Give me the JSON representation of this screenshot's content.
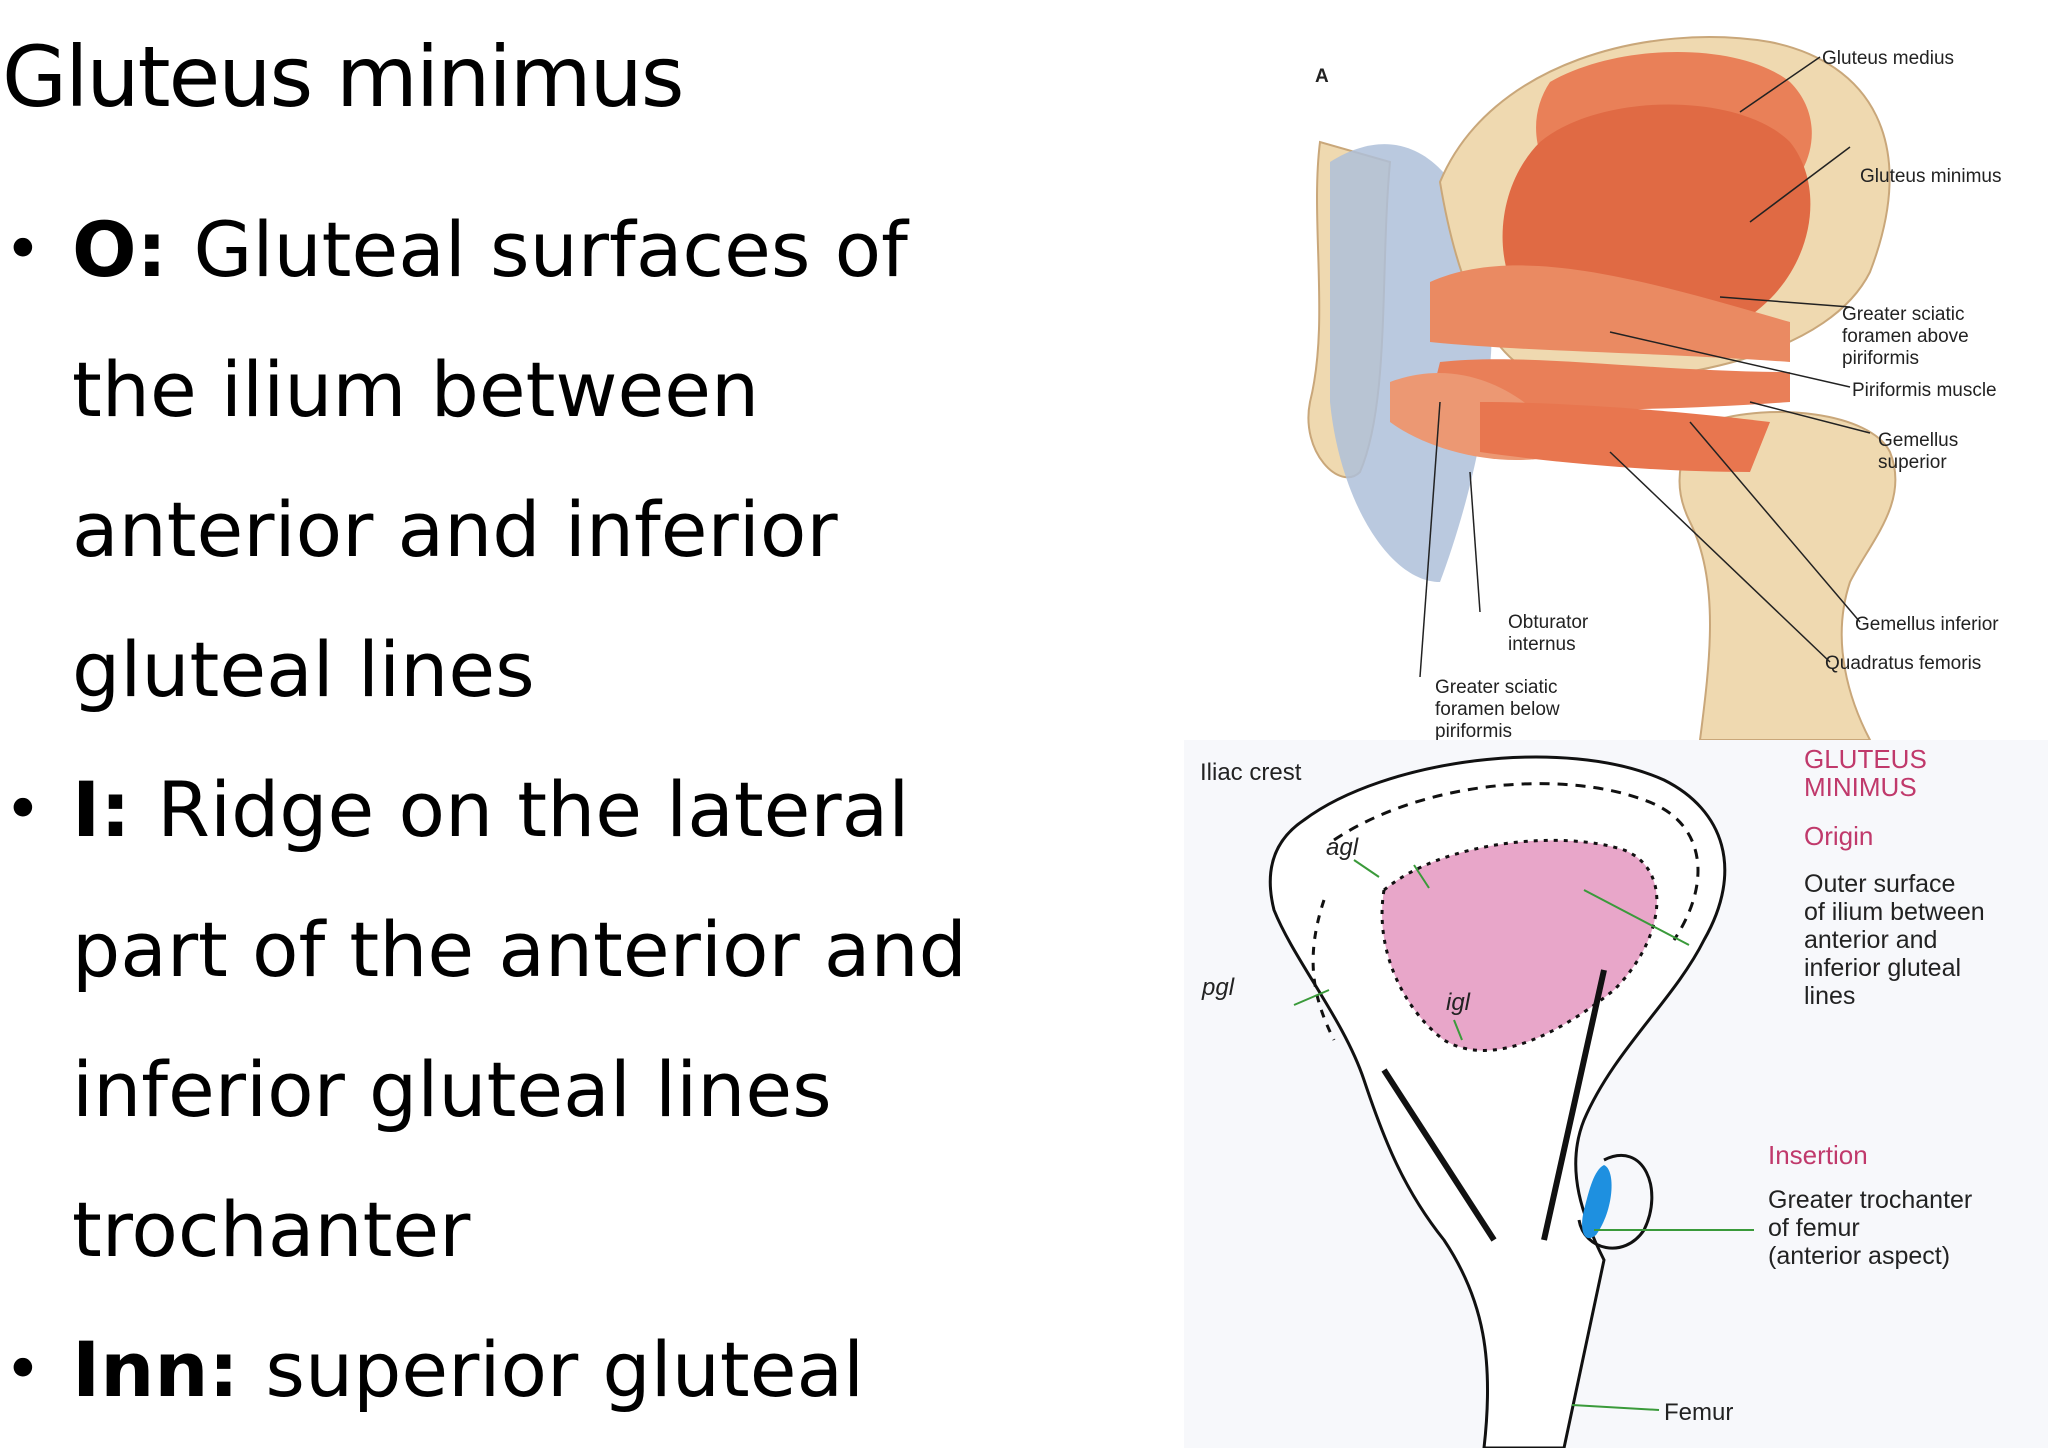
{
  "slide": {
    "title": "Gluteus minimus",
    "bullets": [
      {
        "key": "O:",
        "lines": [
          "Gluteal surfaces of",
          "the ilium between",
          "anterior and inferior",
          "gluteal lines"
        ]
      },
      {
        "key": "I:",
        "lines": [
          "Ridge on the lateral",
          "part of the anterior and",
          "inferior gluteal lines",
          "trochanter"
        ]
      },
      {
        "key": "Inn:",
        "lines": [
          "superior gluteal"
        ]
      }
    ]
  },
  "figure_a": {
    "panel_letter": "A",
    "labels": {
      "gluteus_medius": "Gluteus medius",
      "gluteus_minimus": "Gluteus minimus",
      "gsf_above_1": "Greater sciatic",
      "gsf_above_2": "foramen above",
      "gsf_above_3": "piriformis",
      "piriformis": "Piriformis muscle",
      "gem_sup_1": "Gemellus",
      "gem_sup_2": "superior",
      "gem_inf": "Gemellus inferior",
      "quad_fem": "Quadratus femoris",
      "obt_int_1": "Obturator",
      "obt_int_2": "internus",
      "gsf_below_1": "Greater sciatic",
      "gsf_below_2": "foramen below",
      "gsf_below_3": "piriformis"
    },
    "colors": {
      "muscle": "#e8764f",
      "bone": "#efd9b0",
      "ligament": "#aebfd9"
    }
  },
  "figure_b": {
    "heading_1": "GLUTEUS",
    "heading_2": "MINIMUS",
    "origin_head": "Origin",
    "origin_1": "Outer surface",
    "origin_2": "of ilium between",
    "origin_3": "anterior and",
    "origin_4": "inferior gluteal",
    "origin_5": "lines",
    "insertion_head": "Insertion",
    "insertion_1": "Greater trochanter",
    "insertion_2": "of femur",
    "insertion_3": "(anterior aspect)",
    "iliac_crest": "Iliac crest",
    "agl": "agl",
    "pgl": "pgl",
    "igl": "igl",
    "femur": "Femur",
    "colors": {
      "heading": "#c0396b",
      "origin_area": "#e8a6c9",
      "insertion_area": "#1e90e0",
      "leader": "#3a9a3a"
    }
  }
}
